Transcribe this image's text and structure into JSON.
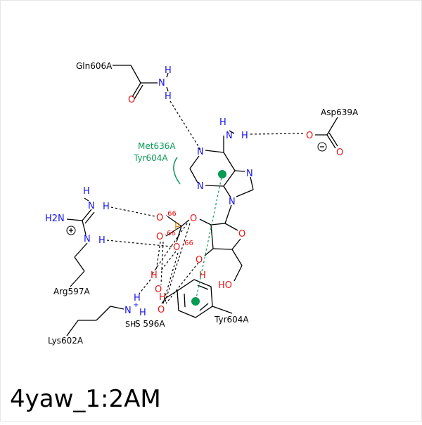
{
  "title": "4yaw_1:2AM",
  "residues": {
    "gln606": "Gln606A",
    "asp639": "Asp639A",
    "met636": "Met636A",
    "tyr604_top": "Tyr604A",
    "arg597": "Arg597A",
    "lys602": "Lys602A",
    "ser596": "S 596A",
    "tyr604_bottom": "Tyr604A"
  },
  "atoms": {
    "H": "H",
    "N": "N",
    "O": "O",
    "P": "P",
    "H2N": "H2N",
    "HO": "HO",
    "SH": "SH"
  },
  "charges": {
    "o1": ".66",
    "o2": ".66",
    "o3": ".66",
    "plus": "+",
    "minus": "−"
  },
  "colors": {
    "interaction_green": "#0a9a55",
    "nitrogen": "#1414e6",
    "oxygen": "#e61414",
    "phosphorus": "#e68214"
  }
}
